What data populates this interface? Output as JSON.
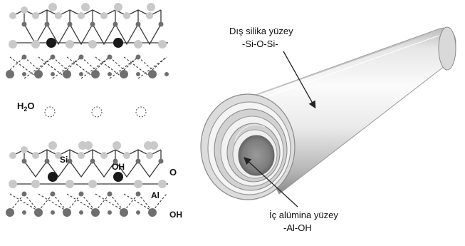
{
  "lattice_labels": {
    "water": "H",
    "water_sub": "2",
    "water_tail": "O",
    "si": "Si",
    "oh_inner": "OH",
    "oxygen": "O",
    "aluminum": "Al",
    "oh_outer": "OH"
  },
  "tube_labels": {
    "outer_title": "Dış silika yüzey",
    "outer_formula": "-Si-O-Si-",
    "inner_title": "İç alümina yüzey",
    "inner_formula": "-Al-OH"
  },
  "colors": {
    "dark_atom": "#1a1a1a",
    "mid_atom": "#6f6f6f",
    "light_atom": "#c9c9c9",
    "bond": "#3a3a3a",
    "tube_light": "#f2f2f2",
    "tube_shadow": "#8a8a8a"
  }
}
